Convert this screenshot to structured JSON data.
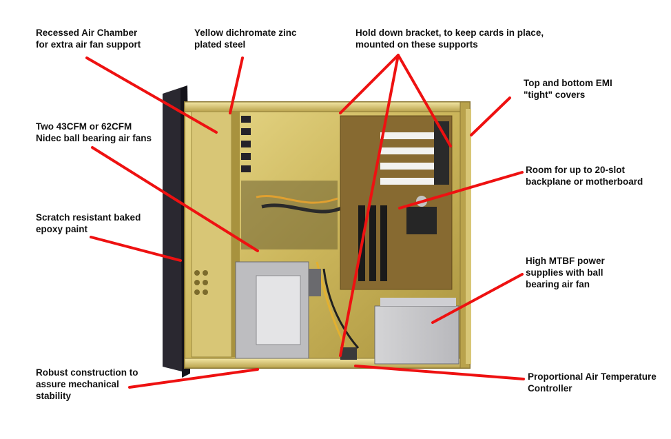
{
  "labels": {
    "recessed_air_chamber": [
      "Recessed Air Chamber",
      "for extra air fan support"
    ],
    "yellow_dichromate": [
      "Yellow dichromate zinc",
      "plated steel"
    ],
    "hold_down_bracket": [
      "Hold down bracket, to keep cards in place,",
      "mounted on these supports"
    ],
    "emi_covers": [
      "Top and bottom EMI",
      "\"tight\" covers"
    ],
    "nidec_fans": [
      "Two 43CFM or 62CFM",
      "Nidec ball bearing air fans"
    ],
    "room_for_slots": [
      "Room for up to 20-slot",
      "backplane or motherboard"
    ],
    "scratch_resistant": [
      "Scratch resistant baked",
      "epoxy paint"
    ],
    "mtbf_power": [
      "High MTBF power",
      "supplies with ball",
      "bearing air fan"
    ],
    "robust_construction": [
      "Robust construction to",
      "assure mechanical",
      "stability"
    ],
    "air_temp_controller": [
      "Proportional Air Temperature",
      "Controller"
    ]
  },
  "colors": {
    "leader_line": "#ee1111",
    "chassis_gold": "#c9b45a",
    "chassis_dark": "#1e1c22",
    "label_text": "#111111"
  }
}
